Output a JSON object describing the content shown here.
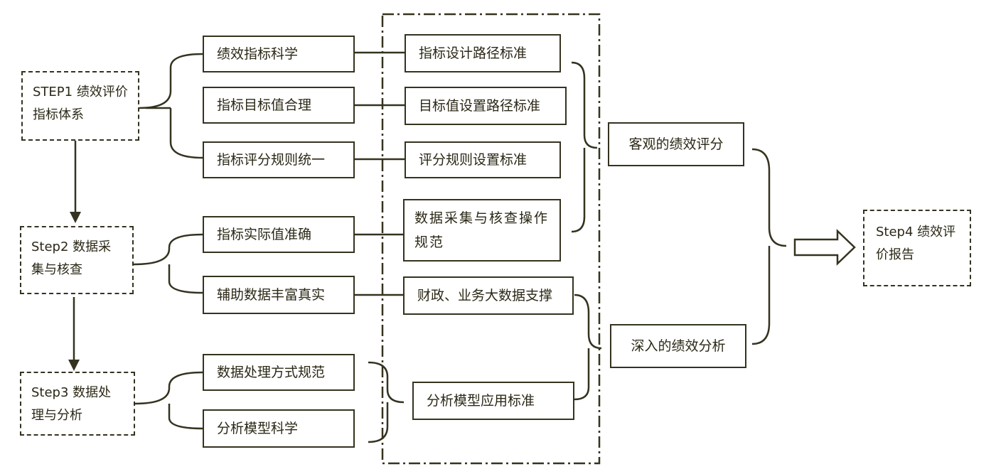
{
  "steps": {
    "step1": "STEP1 绩效评价指标体系",
    "step2": "Step2 数据采集与核查",
    "step3": "Step3 数据处理与分析",
    "step4": "Step4 绩效评价报告"
  },
  "requirements": [
    "绩效指标科学",
    "指标目标值合理",
    "指标评分规则统一",
    "指标实际值准确",
    "辅助数据丰富真实",
    "数据处理方式规范",
    "分析模型科学"
  ],
  "standards": [
    "指标设计路径标准",
    "目标值设置路径标准",
    "评分规则设置标准",
    "数据采集与核查操作规范",
    "财政、业务大数据支撑",
    "分析模型应用标准"
  ],
  "outcomes": {
    "objective": "客观的绩效评分",
    "analysis": "深入的绩效分析"
  }
}
